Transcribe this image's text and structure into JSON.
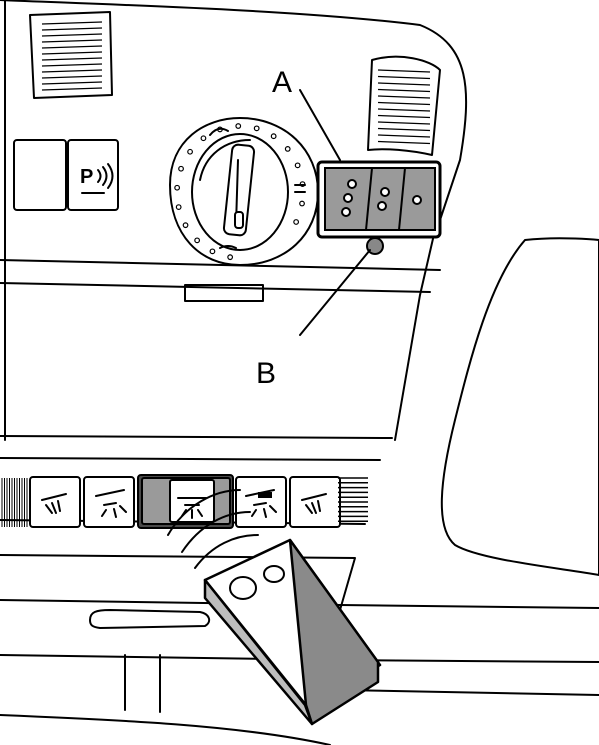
{
  "callouts": {
    "a": "A",
    "b": "B"
  },
  "park_button": {
    "letter": "P"
  },
  "icons": [
    "park-assist-icon",
    "reading-light-icon",
    "interior-light-icon",
    "remote-control-icon"
  ],
  "colors": {
    "line": "#000000",
    "background": "#ffffff",
    "panel_gray": "#9a9a9a",
    "remote_gray": "#8a8a8a"
  }
}
